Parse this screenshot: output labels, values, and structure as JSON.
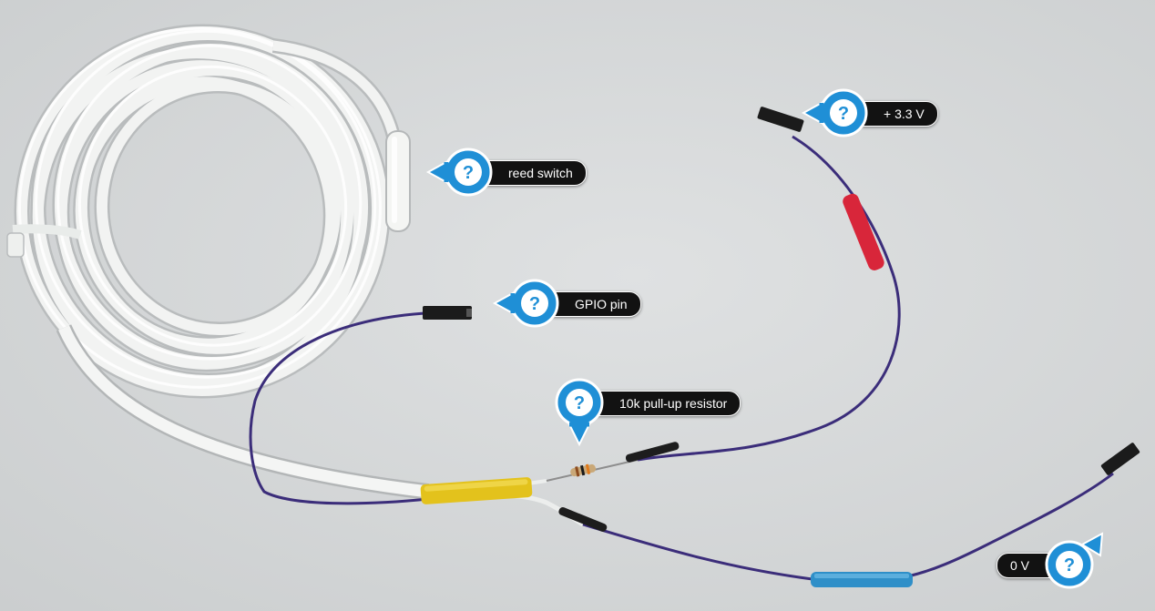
{
  "hotspots": [
    {
      "label": "+ 3.3 V",
      "icon": "question-icon",
      "pointer": "left"
    },
    {
      "label": "reed switch",
      "icon": "question-icon",
      "pointer": "left"
    },
    {
      "label": "GPIO pin",
      "icon": "question-icon",
      "pointer": "left"
    },
    {
      "label": "10k pull-up resistor",
      "icon": "question-icon",
      "pointer": "down"
    },
    {
      "label": "0 V",
      "icon": "question-icon",
      "pointer": "up-right"
    }
  ],
  "colors": {
    "background": "#d8dadb",
    "pin_fill": "#1f8fd6",
    "pin_border": "#ffffff",
    "label_background": "#121212",
    "label_text": "#ffffff",
    "wire_purple": "#3b2d7a",
    "heatshrink_red": "#d8263a",
    "heatshrink_blue": "#2f8fc8",
    "heatshrink_yellow": "#e3c21c",
    "cable_white": "#f4f5f4"
  }
}
